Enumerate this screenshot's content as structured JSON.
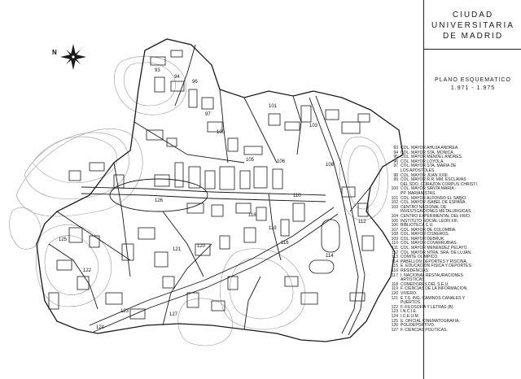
{
  "panel": {
    "title_lines": [
      "CIUDAD",
      "UNIVERSITARIA",
      "DE MADRID"
    ],
    "subtitle_lines": [
      "PLANO ESQUEMATICO",
      "1.971 - 1.975"
    ]
  },
  "legend": [
    {
      "num": "93",
      "text": "COL. MAYOR AHUJA ANDREA."
    },
    {
      "num": "94",
      "text": "COL. MAYOR STA. MONICA."
    },
    {
      "num": "95",
      "text": "COL. MAYOR MENDEL ANDRES."
    },
    {
      "num": "96",
      "text": "COL. MAYOR LOYOLA."
    },
    {
      "num": "97",
      "text": "COL. MAYOR STA. MARIA DE"
    },
    {
      "num": "",
      "text": "LOS APOSTOLES."
    },
    {
      "num": "98",
      "text": "COL. MAYOR JUAN XXIII."
    },
    {
      "num": "99",
      "text": "COL. MAYOR R.R. MM. ESCLAVAS"
    },
    {
      "num": "",
      "text": "DEL SDO. CORAZON CORPUS CHRISTI."
    },
    {
      "num": "100",
      "text": "COL. MAYOR SANTA MARIA -"
    },
    {
      "num": "",
      "text": "PP. MARIANISTAS."
    },
    {
      "num": "101",
      "text": "COL. MAYOR ALFONSO EL SABIO."
    },
    {
      "num": "102",
      "text": "COL. MAYOR ISABEL DE ESPAÑA."
    },
    {
      "num": "103",
      "text": "CENTRO NACIONAL DE"
    },
    {
      "num": "",
      "text": "INVESTIGACIONES METALURGICAS."
    },
    {
      "num": "104",
      "text": "CENTRO EXPERIMENTAL DEL FRIO."
    },
    {
      "num": "105",
      "text": "INSTITUTO SOCIAL LEON XIII."
    },
    {
      "num": "106",
      "text": "BIBLIOTECA C.U."
    },
    {
      "num": "107",
      "text": "COL. MAYOR DE COLOMBIA."
    },
    {
      "num": "108",
      "text": "COL. MAYOR CISNEROS."
    },
    {
      "num": "109",
      "text": "COL. MAYOR DEBRUK."
    },
    {
      "num": "110",
      "text": "COL. MAYOR COVARRUBIAS."
    },
    {
      "num": "111",
      "text": "COL. MAYOR MENENDEZ PELAYO."
    },
    {
      "num": "112",
      "text": "COL. MAYOR NTRA. SRA. DE LUJAN."
    },
    {
      "num": "113",
      "text": "COMITE OLIMPICO."
    },
    {
      "num": "114",
      "text": "PABELLON DEPORTES Y PISCINA."
    },
    {
      "num": "115",
      "text": "E. EDUCACION FISICA Y DEPORTES."
    },
    {
      "num": "116",
      "text": "RESIDENCIAS."
    },
    {
      "num": "117",
      "text": "I. NACIONAL RESTAURACIONES"
    },
    {
      "num": "",
      "text": "ARTISTICAS."
    },
    {
      "num": "118",
      "text": "COMEDORES DEL S.E.U."
    },
    {
      "num": "119",
      "text": "F. CIENCIAS DE LA INFORMACION."
    },
    {
      "num": "120",
      "text": "VIVERO."
    },
    {
      "num": "121",
      "text": "E.T.S. ING. CAMINOS CANALES Y"
    },
    {
      "num": "",
      "text": "PUERTOS."
    },
    {
      "num": "122",
      "text": "F. FILOSOFIA Y LETRAS (B)."
    },
    {
      "num": "123",
      "text": "I.N.C.I.E."
    },
    {
      "num": "124",
      "text": "I.C.E.U.M."
    },
    {
      "num": "125",
      "text": "E. OFICIAL CINEMATOGRAFIA."
    },
    {
      "num": "126",
      "text": "POLIDEPORTIVO."
    },
    {
      "num": "127",
      "text": "F. CIENCIAS POLITICAS."
    }
  ],
  "compass": {
    "north_letter": "N"
  },
  "map_labels": [
    {
      "id": "l93",
      "text": "93"
    },
    {
      "id": "l94",
      "text": "94"
    },
    {
      "id": "l96",
      "text": "96"
    },
    {
      "id": "l97",
      "text": "97"
    },
    {
      "id": "l100",
      "text": "100"
    },
    {
      "id": "l101",
      "text": "101"
    },
    {
      "id": "l103",
      "text": "103"
    },
    {
      "id": "l105",
      "text": "105"
    },
    {
      "id": "l106",
      "text": "106"
    },
    {
      "id": "l108",
      "text": "108"
    },
    {
      "id": "l110",
      "text": "110"
    },
    {
      "id": "l112",
      "text": "112"
    },
    {
      "id": "l114",
      "text": "114"
    },
    {
      "id": "l116",
      "text": "116"
    },
    {
      "id": "l118",
      "text": "118"
    },
    {
      "id": "l119",
      "text": "119"
    },
    {
      "id": "l120",
      "text": "120"
    },
    {
      "id": "l121",
      "text": "121"
    },
    {
      "id": "l122",
      "text": "122"
    },
    {
      "id": "l123",
      "text": "123"
    },
    {
      "id": "l124",
      "text": "124"
    },
    {
      "id": "l125",
      "text": "125"
    },
    {
      "id": "l126",
      "text": "126"
    },
    {
      "id": "l127",
      "text": "127"
    }
  ],
  "colors": {
    "ink": "#1a1a1a",
    "paper": "#ffffff",
    "contour": "#9a9a9a"
  }
}
